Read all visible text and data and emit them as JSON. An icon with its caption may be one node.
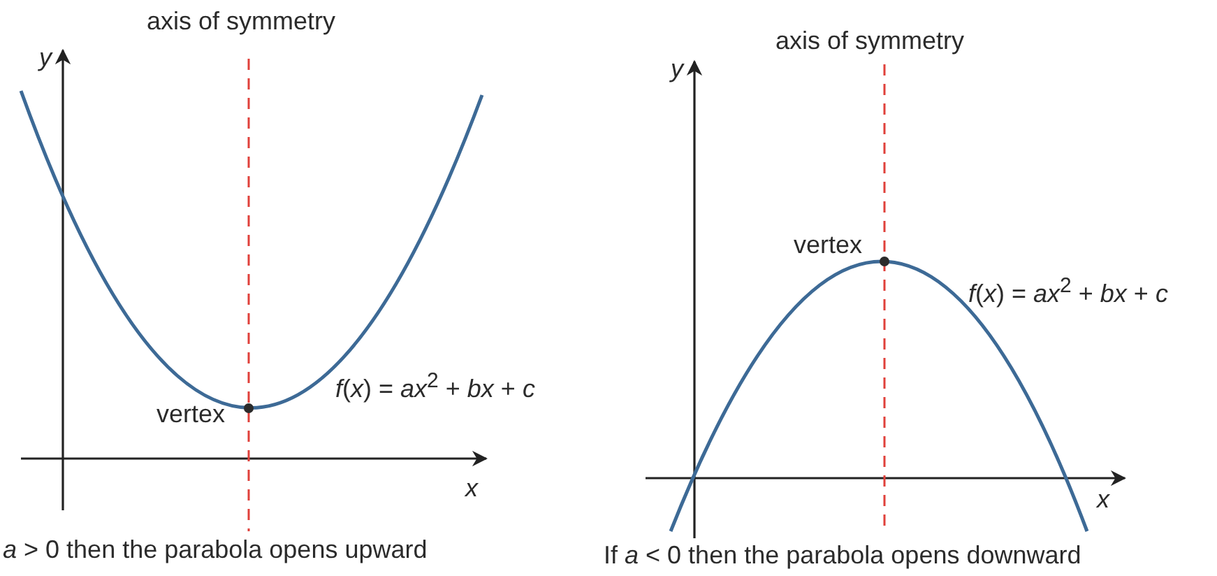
{
  "diagram": {
    "labels": [
      "axis of symmetry",
      "*y*",
      "*f*(*x*) = *ax*$^{2}$ + *bx* + *c*",
      "vertex",
      "*x*",
      "*a* > 0 then the parabola opens upward",
      "axis of symmetry",
      "*y*",
      "vertex",
      "*f*(*x*) = *ax*$^{2}$ + *bx* + *c*",
      "*x*",
      "If *a* < 0 then the parabola opens downward"
    ]
  }
}
